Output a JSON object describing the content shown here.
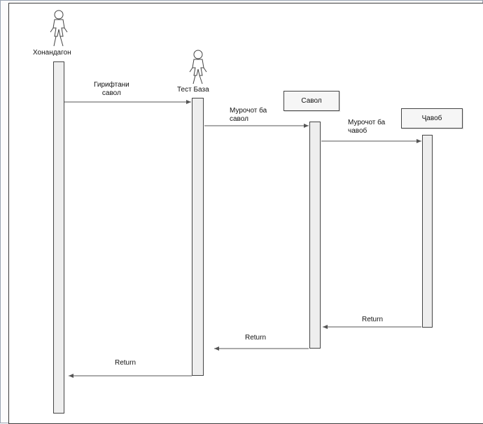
{
  "actors": [
    {
      "id": "user",
      "label": "Хонандагон"
    },
    {
      "id": "testbase",
      "label": "Тест База"
    }
  ],
  "objects": [
    {
      "id": "question",
      "label": "Савол"
    },
    {
      "id": "answer",
      "label": "Ҷавоб"
    }
  ],
  "messages": {
    "m1": "Гирифтани\nсавол",
    "m2": "Мурочот ба\nсавол",
    "m3": "Мурочот ба\nчавоб",
    "r1": "Return",
    "r2": "Return",
    "r3": "Return"
  },
  "colors": {
    "line": "#555555",
    "activation_fill": "#eeeeee",
    "border": "#3a3a3a"
  }
}
